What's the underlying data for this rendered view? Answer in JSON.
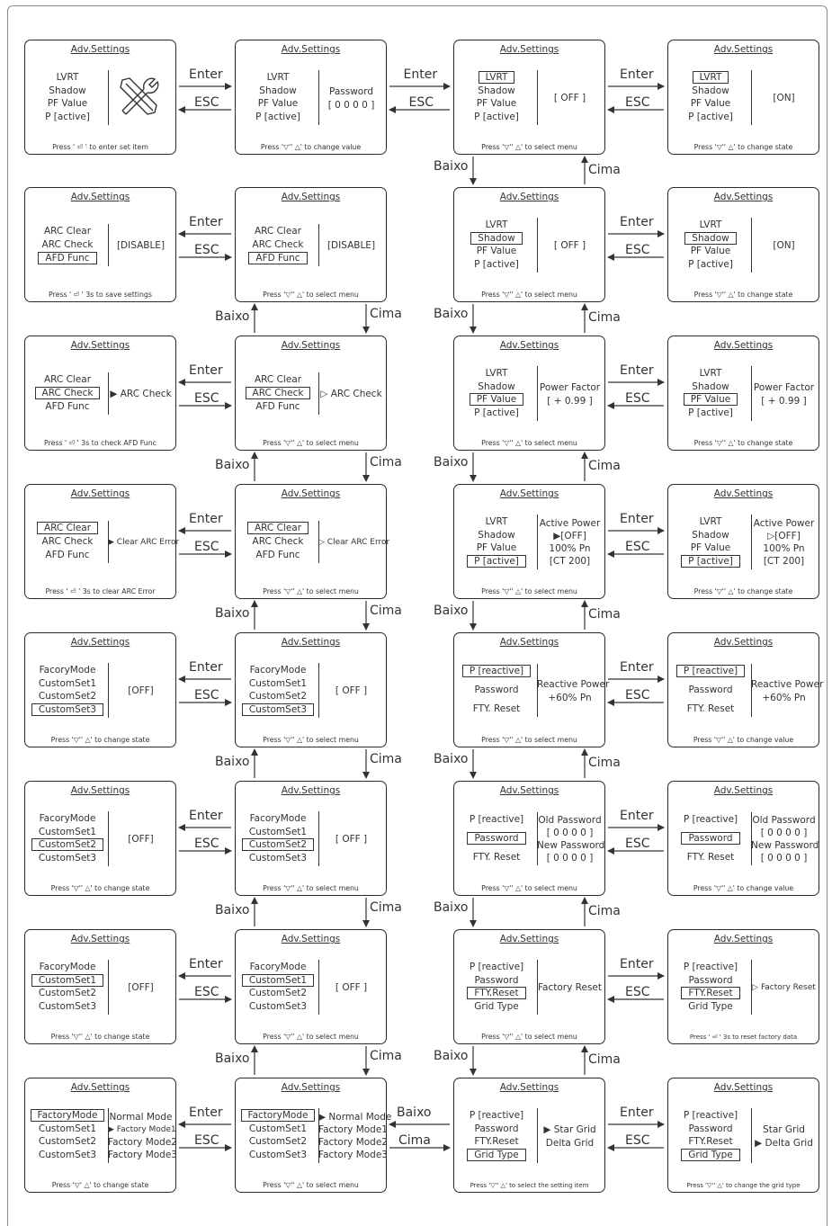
{
  "adv_title": "Adv.Settings",
  "labels": {
    "enter": "Enter",
    "esc": "ESC",
    "baixo": "Baixo",
    "cima": "Cima"
  },
  "screens": [
    {
      "id": "r1c1",
      "col": 0,
      "row": 0,
      "items": [
        "LVRT",
        "Shadow",
        "PF Value",
        "P [active]"
      ],
      "sel": -1,
      "right": [],
      "icon": "wrench-screwdriver",
      "foot": "Press ' ⏎ ' to enter set item"
    },
    {
      "id": "r1c2",
      "col": 1,
      "row": 0,
      "items": [
        "LVRT",
        "Shadow",
        "PF Value",
        "P [active]"
      ],
      "sel": -1,
      "right": [
        "Password",
        "[ 0 0 0 0 ]"
      ],
      "foot": "Press '▽'' △' to change value"
    },
    {
      "id": "r1c3",
      "col": 2,
      "row": 0,
      "items": [
        "LVRT",
        "Shadow",
        "PF Value",
        "P [active]"
      ],
      "sel": 0,
      "right": [
        "[ OFF ]"
      ],
      "foot": "Press '▽'' △' to select menu"
    },
    {
      "id": "r1c4",
      "col": 3,
      "row": 0,
      "items": [
        "LVRT",
        "Shadow",
        "PF Value",
        "P [active]"
      ],
      "sel": 0,
      "right": [
        "[ON]"
      ],
      "foot": "Press '▽'' △' to change state"
    },
    {
      "id": "r2c1",
      "col": 0,
      "row": 1,
      "items": [
        "ARC Clear",
        "ARC Check",
        "AFD Func"
      ],
      "sel": 2,
      "right": [
        "[DISABLE]"
      ],
      "foot": "Press ' ⏎ ' 3s to save settings"
    },
    {
      "id": "r2c2",
      "col": 1,
      "row": 1,
      "items": [
        "ARC Clear",
        "ARC Check",
        "AFD Func"
      ],
      "sel": 2,
      "right": [
        "[DISABLE]"
      ],
      "foot": "Press '▽'' △' to select menu"
    },
    {
      "id": "r2c3",
      "col": 2,
      "row": 1,
      "items": [
        "LVRT",
        "Shadow",
        "PF Value",
        "P [active]"
      ],
      "sel": 1,
      "right": [
        "[ OFF ]"
      ],
      "foot": "Press '▽'' △' to select menu"
    },
    {
      "id": "r2c4",
      "col": 3,
      "row": 1,
      "items": [
        "LVRT",
        "Shadow",
        "PF Value",
        "P [active]"
      ],
      "sel": 1,
      "right": [
        "[ON]"
      ],
      "foot": "Press '▽'' △' to change state"
    },
    {
      "id": "r3c1",
      "col": 0,
      "row": 2,
      "items": [
        "ARC Clear",
        "ARC Check",
        "AFD Func"
      ],
      "sel": 1,
      "right": [
        "▶ ARC Check"
      ],
      "foot": "Press ' ⏎ ' 3s to check AFD Func"
    },
    {
      "id": "r3c2",
      "col": 1,
      "row": 2,
      "items": [
        "ARC Clear",
        "ARC Check",
        "AFD Func"
      ],
      "sel": 1,
      "right": [
        "▷ ARC Check"
      ],
      "foot": "Press '▽'' △' to select menu"
    },
    {
      "id": "r3c3",
      "col": 2,
      "row": 2,
      "items": [
        "LVRT",
        "Shadow",
        "PF Value",
        "P [active]"
      ],
      "sel": 2,
      "right": [
        "Power Factor",
        "[ + 0.99 ]"
      ],
      "foot": "Press '▽'' △' to select menu"
    },
    {
      "id": "r3c4",
      "col": 3,
      "row": 2,
      "items": [
        "LVRT",
        "Shadow",
        "PF Value",
        "P [active]"
      ],
      "sel": 2,
      "right": [
        "Power Factor",
        "[ + 0.99 ]"
      ],
      "foot": "Press '▽'' △' to change state"
    },
    {
      "id": "r4c1",
      "col": 0,
      "row": 3,
      "items": [
        "ARC Clear",
        "ARC Check",
        "AFD Func"
      ],
      "sel": 0,
      "right": [
        "▶ Clear ARC Error"
      ],
      "foot": "Press ' ⏎ ' 3s to clear ARC Error"
    },
    {
      "id": "r4c2",
      "col": 1,
      "row": 3,
      "items": [
        "ARC Clear",
        "ARC Check",
        "AFD Func"
      ],
      "sel": 0,
      "right": [
        "▷ Clear ARC Error"
      ],
      "foot": "Press '▽'' △' to select menu"
    },
    {
      "id": "r4c3",
      "col": 2,
      "row": 3,
      "items": [
        "LVRT",
        "Shadow",
        "PF Value",
        "P [active]"
      ],
      "sel": 3,
      "right": [
        "Active Power",
        "▶[OFF]",
        "100% Pn",
        "[CT 200]"
      ],
      "foot": "Press '▽'' △' to select menu"
    },
    {
      "id": "r4c4",
      "col": 3,
      "row": 3,
      "items": [
        "LVRT",
        "Shadow",
        "PF Value",
        "P [active]"
      ],
      "sel": 3,
      "right": [
        "Active Power",
        "▷[OFF]",
        "100% Pn",
        "[CT 200]"
      ],
      "foot": "Press '▽'' △' to change state"
    },
    {
      "id": "r5c1",
      "col": 0,
      "row": 4,
      "items": [
        "FacoryMode",
        "CustomSet1",
        "CustomSet2",
        "CustomSet3"
      ],
      "sel": 3,
      "right": [
        "[OFF]"
      ],
      "foot": "Press '▽'' △' to change state"
    },
    {
      "id": "r5c2",
      "col": 1,
      "row": 4,
      "items": [
        "FacoryMode",
        "CustomSet1",
        "CustomSet2",
        "CustomSet3"
      ],
      "sel": 3,
      "right": [
        "[ OFF ]"
      ],
      "foot": "Press '▽'' △' to select menu"
    },
    {
      "id": "r5c3",
      "col": 2,
      "row": 4,
      "items": [
        "P [reactive]",
        "Password",
        "FTY. Reset"
      ],
      "sel": 0,
      "right": [
        "Reactive Power",
        "+60% Pn"
      ],
      "foot": "Press '▽'' △' to select menu"
    },
    {
      "id": "r5c4",
      "col": 3,
      "row": 4,
      "items": [
        "P [reactive]",
        "Password",
        "FTY. Reset"
      ],
      "sel": 0,
      "right": [
        "Reactive Power",
        "+60% Pn"
      ],
      "foot": "Press '▽'' △' to change value"
    },
    {
      "id": "r6c1",
      "col": 0,
      "row": 5,
      "items": [
        "FacoryMode",
        "CustomSet1",
        "CustomSet2",
        "CustomSet3"
      ],
      "sel": 2,
      "right": [
        "[OFF]"
      ],
      "foot": "Press '▽'' △' to change state"
    },
    {
      "id": "r6c2",
      "col": 1,
      "row": 5,
      "items": [
        "FacoryMode",
        "CustomSet1",
        "CustomSet2",
        "CustomSet3"
      ],
      "sel": 2,
      "right": [
        "[ OFF ]"
      ],
      "foot": "Press '▽'' △' to select menu"
    },
    {
      "id": "r6c3",
      "col": 2,
      "row": 5,
      "items": [
        "P [reactive]",
        "Password",
        "FTY. Reset"
      ],
      "sel": 1,
      "right": [
        "Old Password",
        "[ 0 0 0 0 ]",
        "New Password",
        "[ 0 0 0 0 ]"
      ],
      "foot": "Press '▽'' △' to select menu"
    },
    {
      "id": "r6c4",
      "col": 3,
      "row": 5,
      "items": [
        "P [reactive]",
        "Password",
        "FTY. Reset"
      ],
      "sel": 1,
      "right": [
        "Old Password",
        "[ 0 0 0 0 ]",
        "New Password",
        "[ 0 0 0 0 ]"
      ],
      "foot": "Press '▽'' △' to change value"
    },
    {
      "id": "r7c1",
      "col": 0,
      "row": 6,
      "items": [
        "FacoryMode",
        "CustomSet1",
        "CustomSet2",
        "CustomSet3"
      ],
      "sel": 1,
      "right": [
        "[OFF]"
      ],
      "foot": "Press '▽'' △' to change state"
    },
    {
      "id": "r7c2",
      "col": 1,
      "row": 6,
      "items": [
        "FacoryMode",
        "CustomSet1",
        "CustomSet2",
        "CustomSet3"
      ],
      "sel": 1,
      "right": [
        "[ OFF ]"
      ],
      "foot": "Press '▽'' △' to select menu"
    },
    {
      "id": "r7c3",
      "col": 2,
      "row": 6,
      "items": [
        "P [reactive]",
        "Password",
        "FTY.Reset",
        "Grid Type"
      ],
      "sel": 2,
      "right": [
        "Factory Reset"
      ],
      "foot": "Press '▽'' △' to select menu"
    },
    {
      "id": "r7c4",
      "col": 3,
      "row": 6,
      "items": [
        "P [reactive]",
        "Password",
        "FTY.Reset",
        "Grid Type"
      ],
      "sel": 2,
      "right": [
        "▷ Factory Reset"
      ],
      "foot": "Press ' ⏎ ' 3s to reset factory data"
    },
    {
      "id": "r8c1",
      "col": 0,
      "row": 7,
      "items": [
        "FactoryMode",
        "CustomSet1",
        "CustomSet2",
        "CustomSet3"
      ],
      "sel": 0,
      "right": [
        "Normal Mode",
        "▶ Factory Mode1",
        "Factory Mode2",
        "Factory Mode3"
      ],
      "foot": "Press '▽' △' to change state"
    },
    {
      "id": "r8c2",
      "col": 1,
      "row": 7,
      "items": [
        "FactoryMode",
        "CustomSet1",
        "CustomSet2",
        "CustomSet3"
      ],
      "sel": 0,
      "right": [
        "▶ Normal Mode",
        "Factory Mode1",
        "Factory Mode2",
        "Factory Mode3"
      ],
      "foot": "Press '▽'' △' to select menu"
    },
    {
      "id": "r8c3",
      "col": 2,
      "row": 7,
      "items": [
        "P [reactive]",
        "Password",
        "FTY.Reset",
        "Grid Type"
      ],
      "sel": 3,
      "right": [
        "▶ Star Grid",
        "Delta Grid"
      ],
      "foot": "Press '▽'' △' to select the setting item"
    },
    {
      "id": "r8c4",
      "col": 3,
      "row": 7,
      "items": [
        "P [reactive]",
        "Password",
        "FTY.Reset",
        "Grid Type"
      ],
      "sel": 3,
      "right": [
        "Star Grid",
        "▶ Delta Grid"
      ],
      "foot": "Press '▽'' △' to change the grid type"
    }
  ]
}
